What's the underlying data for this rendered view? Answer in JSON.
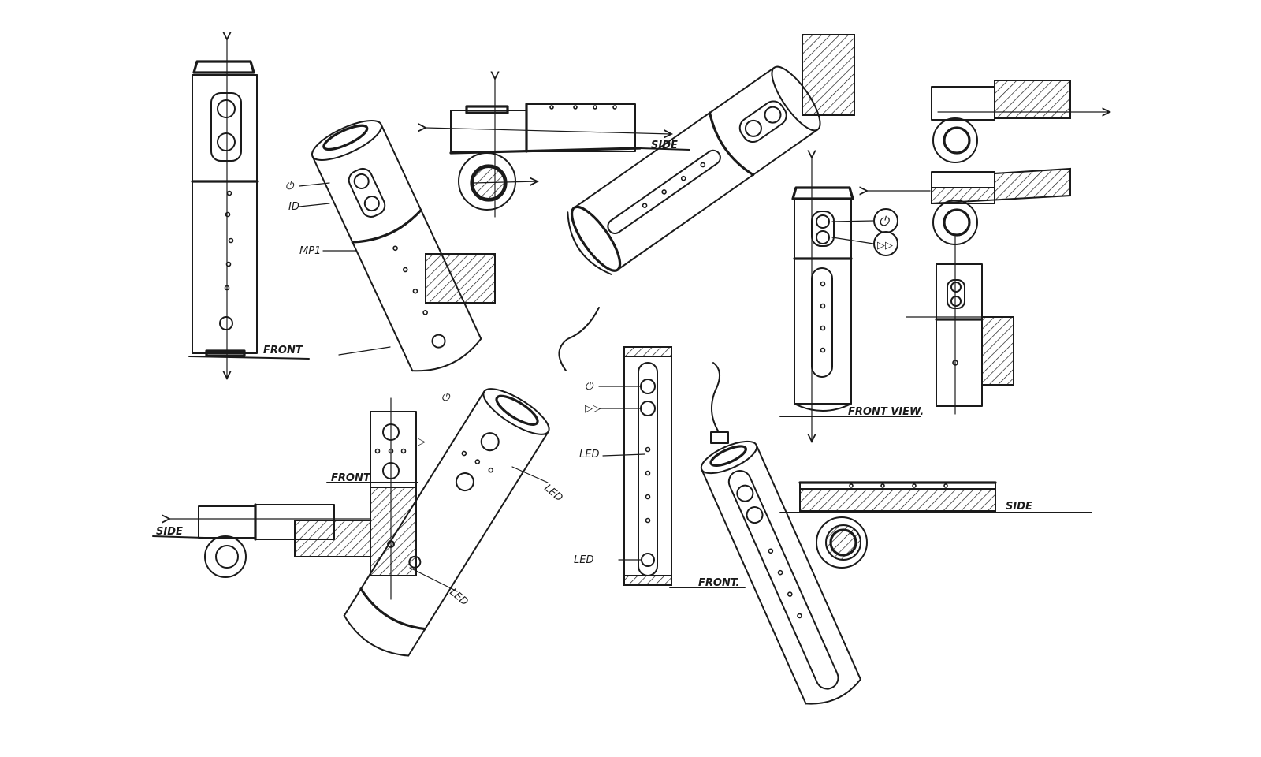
{
  "labels": {
    "front_1": "FRONT",
    "side_1": "SIDE",
    "front_view": "FRONT VIEW.",
    "side_2": "SIDE",
    "front_2": "FRONT",
    "side_3": "SIDE",
    "front_3": "FRONT.",
    "led_1": "LED",
    "led_2": "LED",
    "led_3": "LED",
    "led_4": "LED",
    "mp1": "MP1",
    "id_label": "ID"
  },
  "icons": [
    "power-icon",
    "play-pause-icon"
  ],
  "colors": {
    "ink": "#1a1a1a",
    "paper": "#ffffff"
  }
}
